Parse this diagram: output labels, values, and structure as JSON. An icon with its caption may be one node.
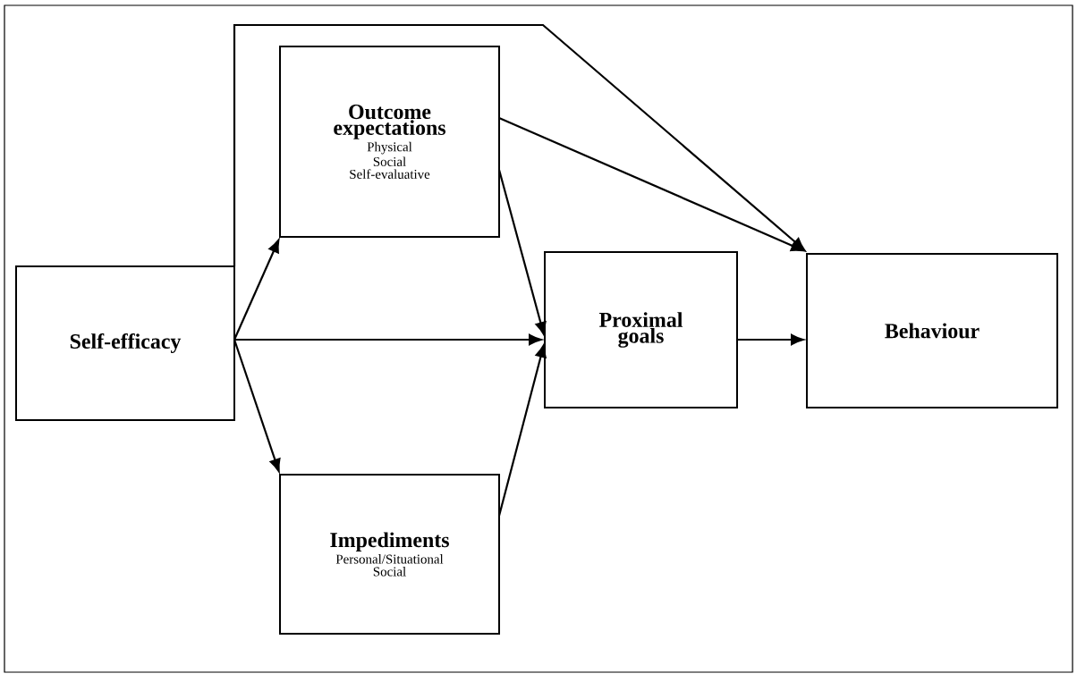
{
  "diagram": {
    "nodes": [
      {
        "text": [
          "Self-efficacy"
        ]
      },
      {
        "text": [
          "Outcome expectations",
          "Physical",
          "Social",
          "Self-evaluative"
        ]
      },
      {
        "text": [
          "Proximal goals"
        ]
      },
      {
        "text": [
          "Behaviour"
        ]
      },
      {
        "text": [
          "Impediments",
          "Personal/Situational",
          "Social"
        ]
      }
    ],
    "edges": [
      {
        "from": 0,
        "to": 3,
        "arrow": "to"
      },
      {
        "from": 0,
        "to": 1,
        "arrow": "to"
      },
      {
        "from": 0,
        "to": 2,
        "arrow": "to"
      },
      {
        "from": 0,
        "to": 4,
        "arrow": "to"
      },
      {
        "from": 1,
        "to": 3,
        "arrow": "to"
      },
      {
        "from": 1,
        "to": 2,
        "arrow": "to"
      },
      {
        "from": 4,
        "to": 2,
        "arrow": "to"
      },
      {
        "from": 2,
        "to": 3,
        "arrow": "to"
      }
    ]
  }
}
